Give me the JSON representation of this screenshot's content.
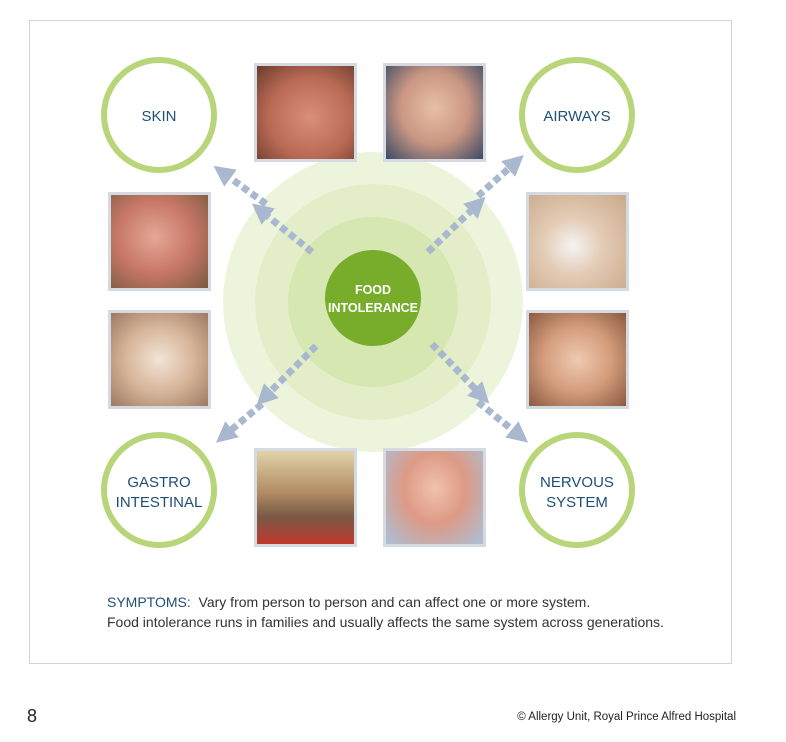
{
  "colors": {
    "ring_stroke": "#b9d57a",
    "arrow": "#a9b8cf",
    "center_fill": "#77ad2b",
    "halo": "#dcebbb",
    "title_blue": "#1f4e79"
  },
  "center": {
    "line1": "FOOD",
    "line2": "INTOLERANCE"
  },
  "systems": {
    "skin": {
      "line1": "SKIN"
    },
    "airways": {
      "line1": "AIRWAYS"
    },
    "gastro": {
      "line1": "GASTRO",
      "line2": "INTESTINAL"
    },
    "nervous": {
      "line1": "NERVOUS",
      "line2": "SYSTEM"
    }
  },
  "photos": [
    {
      "icon": "photo-skin-rash-torso"
    },
    {
      "icon": "photo-baby-rubbing-eyes"
    },
    {
      "icon": "photo-child-facial-rash"
    },
    {
      "icon": "photo-woman-sneezing"
    },
    {
      "icon": "photo-woman-stomach-pain"
    },
    {
      "icon": "photo-woman-headache"
    },
    {
      "icon": "photo-toddler-on-potty"
    },
    {
      "icon": "photo-crying-baby"
    }
  ],
  "caption": {
    "lead": "SYMPTOMS:",
    "line1_rest": "  Vary from person to person and can affect one or more system.",
    "line2": "Food intolerance runs in families and usually affects the same system across generations."
  },
  "footer": {
    "page_number": "8",
    "credit": "© Allergy Unit, Royal Prince Alfred Hospital"
  }
}
